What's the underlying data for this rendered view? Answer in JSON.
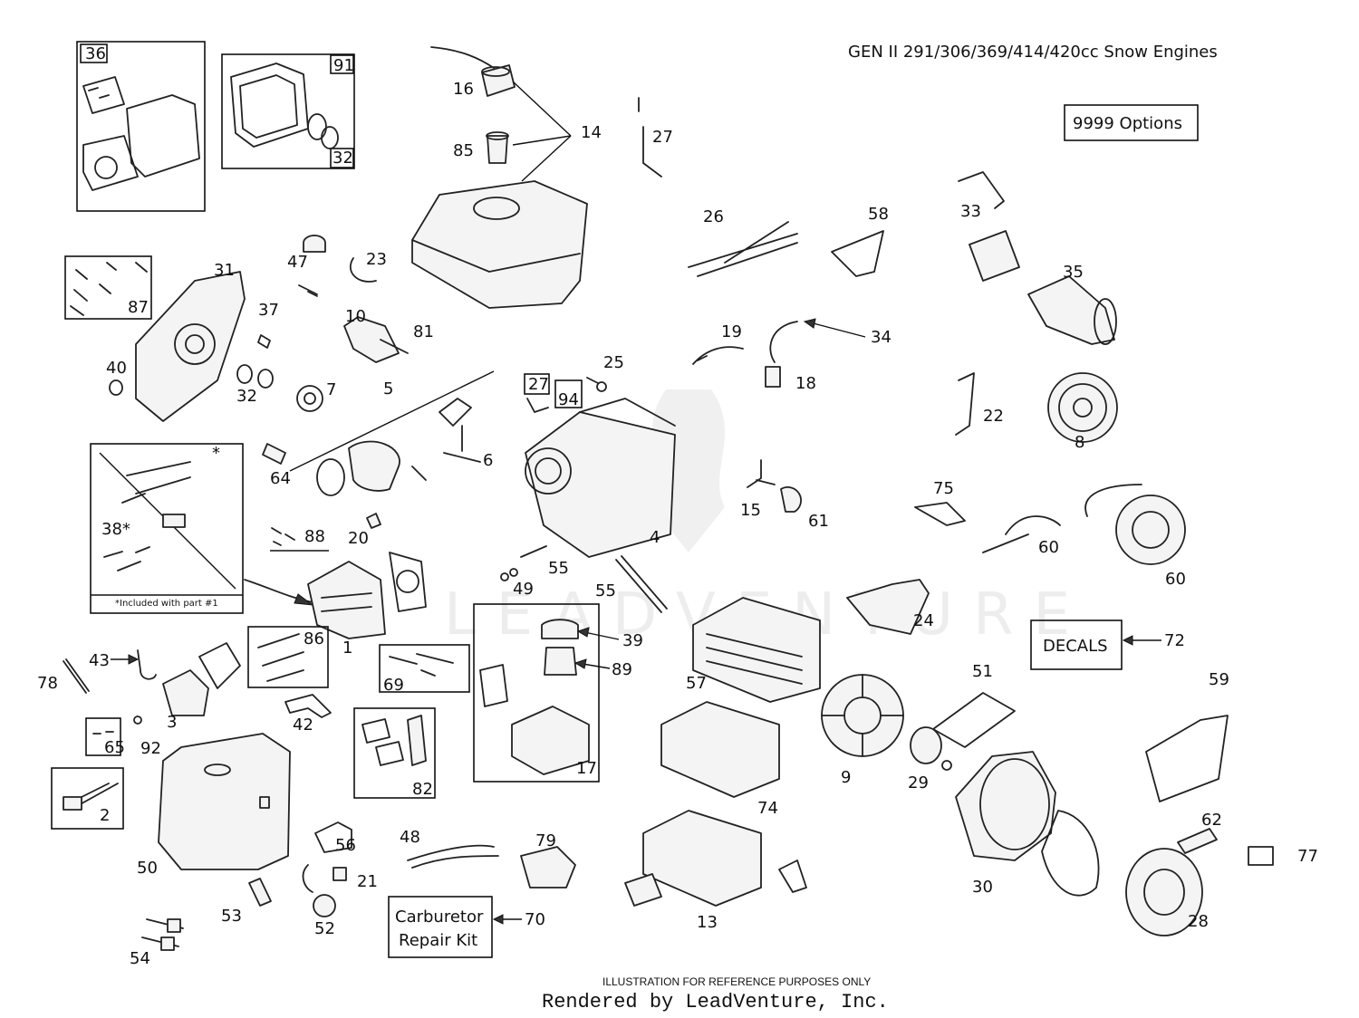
{
  "header": {
    "title": "GEN II 291/306/369/414/420cc Snow Engines"
  },
  "boxes": {
    "options": "9999 Options",
    "decals": "DECALS",
    "carb_kit_line1": "Carburetor",
    "carb_kit_line2": "Repair Kit",
    "kit_note": "*Included with part #1"
  },
  "callouts": [
    "1",
    "2",
    "3",
    "4",
    "5",
    "6",
    "7",
    "8",
    "9",
    "10",
    "13",
    "14",
    "15",
    "16",
    "17",
    "18",
    "19",
    "20",
    "21",
    "22",
    "23",
    "24",
    "25",
    "26",
    "27",
    "27",
    "28",
    "29",
    "30",
    "31",
    "32",
    "32",
    "33",
    "34",
    "35",
    "36",
    "37",
    "38*",
    "39",
    "40",
    "42",
    "43",
    "47",
    "48",
    "49",
    "50",
    "51",
    "52",
    "53",
    "54",
    "55",
    "55",
    "56",
    "57",
    "58",
    "59",
    "60",
    "60",
    "61",
    "62",
    "64",
    "65",
    "69",
    "70",
    "72",
    "74",
    "75",
    "77",
    "78",
    "79",
    "81",
    "82",
    "85",
    "86",
    "87",
    "88",
    "89",
    "91",
    "92",
    "94"
  ],
  "footer": {
    "disclaimer": "ILLUSTRATION FOR REFERENCE PURPOSES ONLY",
    "rendered_by": "Rendered by LeadVenture, Inc."
  },
  "watermark": "LEADVENTURE",
  "asterisk": "*"
}
